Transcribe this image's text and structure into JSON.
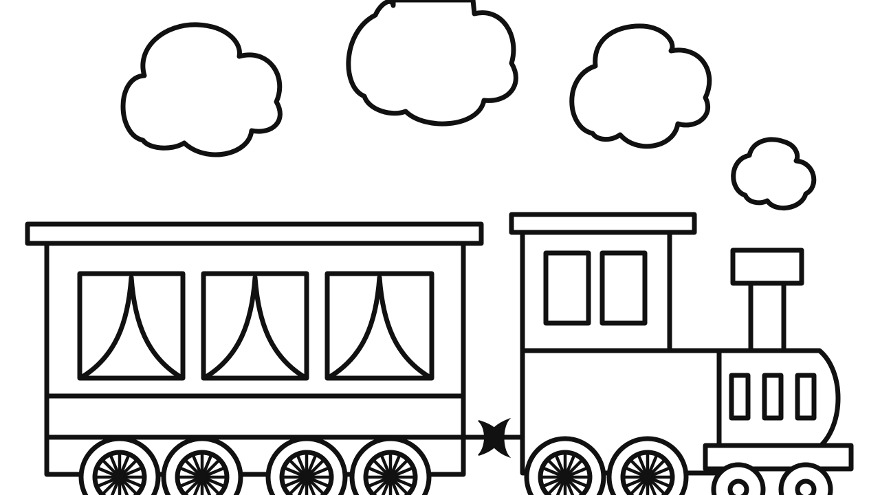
{
  "scene": {
    "subject": "train-coloring-page",
    "ink_color": "#111111",
    "paper_color": "#ffffff",
    "cloud_count": 4,
    "passenger_windows": 3,
    "engine_cab_windows": 2,
    "boiler_windows": 3
  }
}
